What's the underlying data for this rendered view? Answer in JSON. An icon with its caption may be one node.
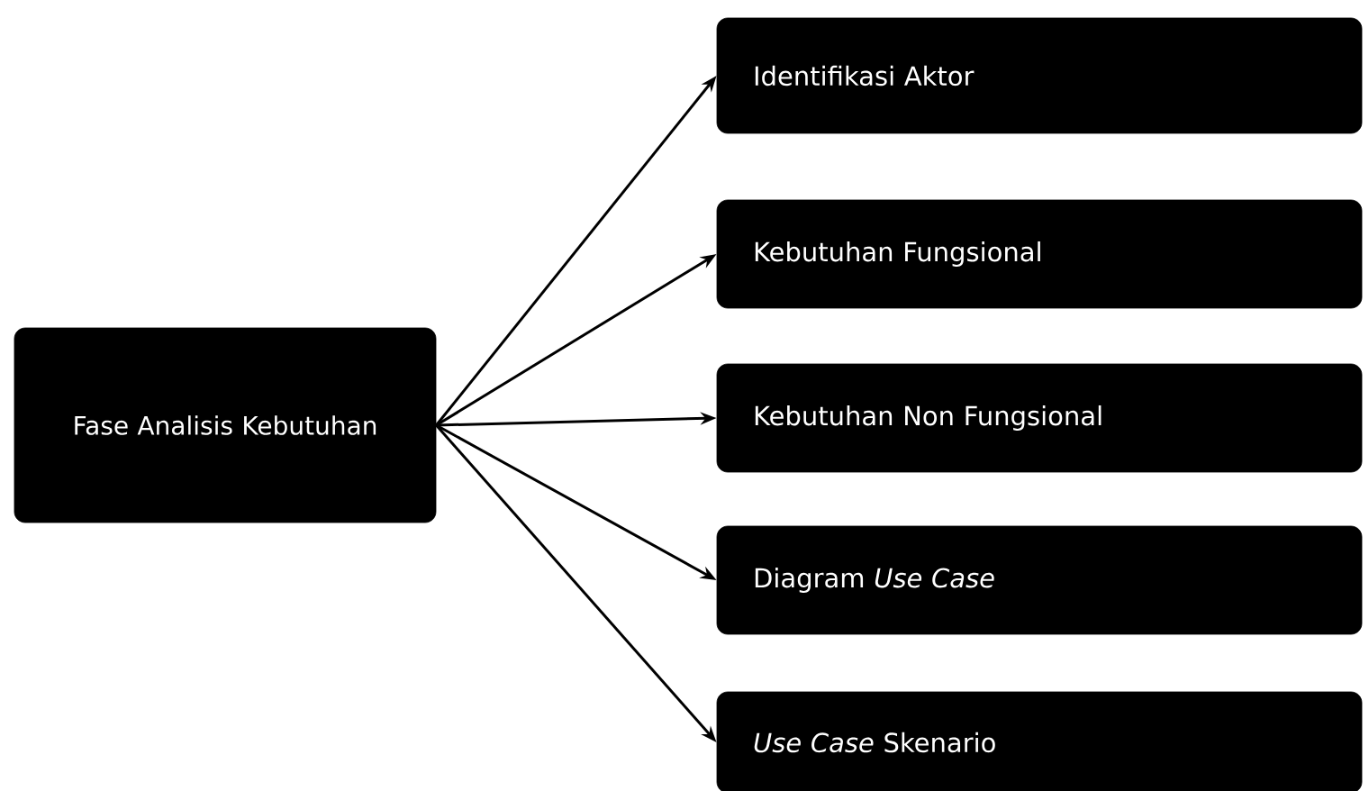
{
  "diagram": {
    "nodes": [
      {
        "text": [
          "Fase Analisis Kebutuhan"
        ]
      },
      {
        "text": [
          "Identifikasi Aktor"
        ]
      },
      {
        "text": [
          "Kebutuhan Fungsional"
        ]
      },
      {
        "text": [
          "Kebutuhan Non Fungsional"
        ]
      },
      {
        "text": [
          "Diagram *Use Case*"
        ]
      },
      {
        "text": [
          "*Use Case* Skenario"
        ]
      }
    ],
    "edges": [
      {
        "from": 0,
        "to": 1,
        "arrow": "to"
      },
      {
        "from": 0,
        "to": 2,
        "arrow": "to"
      },
      {
        "from": 0,
        "to": 3,
        "arrow": "to"
      },
      {
        "from": 0,
        "to": 4,
        "arrow": "to"
      },
      {
        "from": 0,
        "to": 5,
        "arrow": "to"
      }
    ]
  }
}
